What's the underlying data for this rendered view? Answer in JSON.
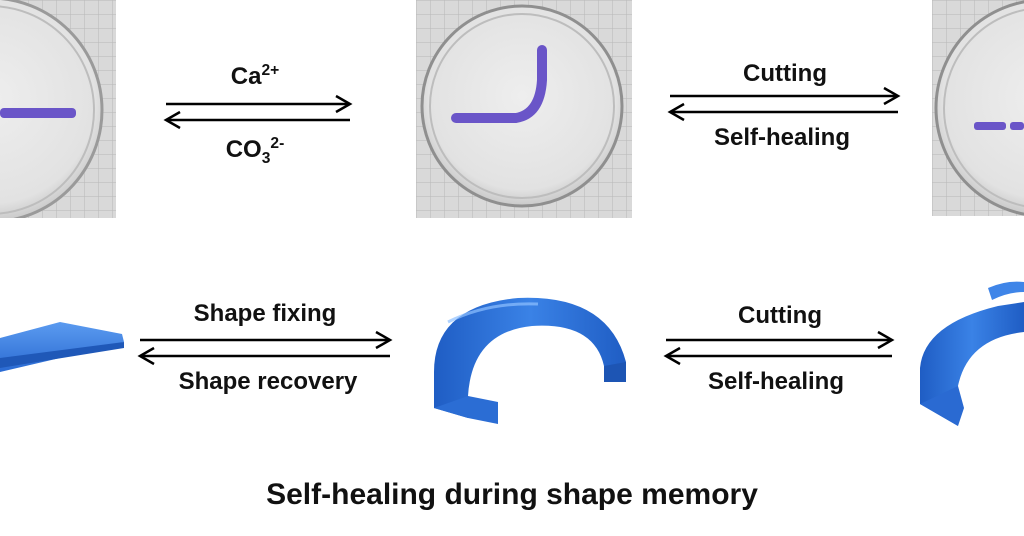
{
  "top_row": {
    "arrow1": {
      "forward_text": "Ca",
      "forward_sup": "2+",
      "backward_text": "CO",
      "backward_sub": "3",
      "backward_sup": "2-"
    },
    "arrow2": {
      "forward_label": "Cutting",
      "backward_label": "Self-healing"
    }
  },
  "bottom_row": {
    "arrow1": {
      "forward_label": "Shape fixing",
      "backward_label": "Shape recovery"
    },
    "arrow2": {
      "forward_label": "Cutting",
      "backward_label": "Self-healing"
    }
  },
  "caption": "Self-healing during shape memory",
  "colors": {
    "hydrogel": "#6a55c8",
    "blue_strip": "#2f73d8",
    "grid_bg": "#dcdcdc"
  }
}
